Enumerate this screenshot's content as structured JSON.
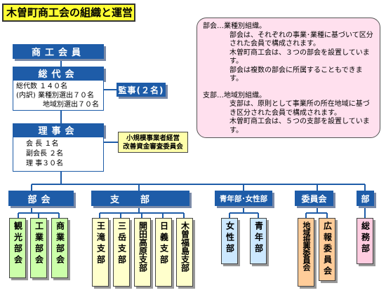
{
  "title": "木曽町商工会の組織と運営",
  "shoko_kaiin": "商工会員",
  "sodaikai": {
    "header": "総代会",
    "line1": "総代数 １４０名",
    "line2": "(内訳) 業種別選出７０名",
    "line3": "地域別選出７０名"
  },
  "kanji": "監事(２名)",
  "rijikai": {
    "header": "理事会",
    "line1": "会 長 １名",
    "line2": "副会長 ２名",
    "line3": "理 事３０名"
  },
  "shokibo": {
    "line1": "小規模事業者経営",
    "line2": "改善資金審査委員会"
  },
  "note": {
    "bukai_head": "部会…業種別組織。",
    "bukai_1": "部会は、それぞれの事業･業種に基づいて区分された会員で構成されます。",
    "bukai_2": "木曽町商工会は、３つの部会を設置しています。",
    "bukai_3": "部会は複数の部会に所属することもできます。",
    "shibu_head": "支部…地域別組織。",
    "shibu_1": "支部は、原則として事業所の所在地域に基づき区分された会員で構成されます。",
    "shibu_2": "木曽町商工会は、５つの支部を設置しています。"
  },
  "groups": {
    "bukai": "部会",
    "shibu": "支部",
    "seinen": "青年部･女性部",
    "iinkai": "委員会",
    "bu": "部"
  },
  "units": {
    "kanko": "観光部会",
    "kogyo": "工業部会",
    "shogyo": "商業部会",
    "otaki": "王滝支部",
    "mitake": "三岳支部",
    "kaida": "開田高原支部",
    "hiyoshi": "日義支部",
    "fukushima": "木曽福島支部",
    "josei": "女性部",
    "seinenbu": "青年部",
    "chiiki": "地域振興委員会",
    "koho": "広報委員会",
    "somu": "総務部"
  }
}
